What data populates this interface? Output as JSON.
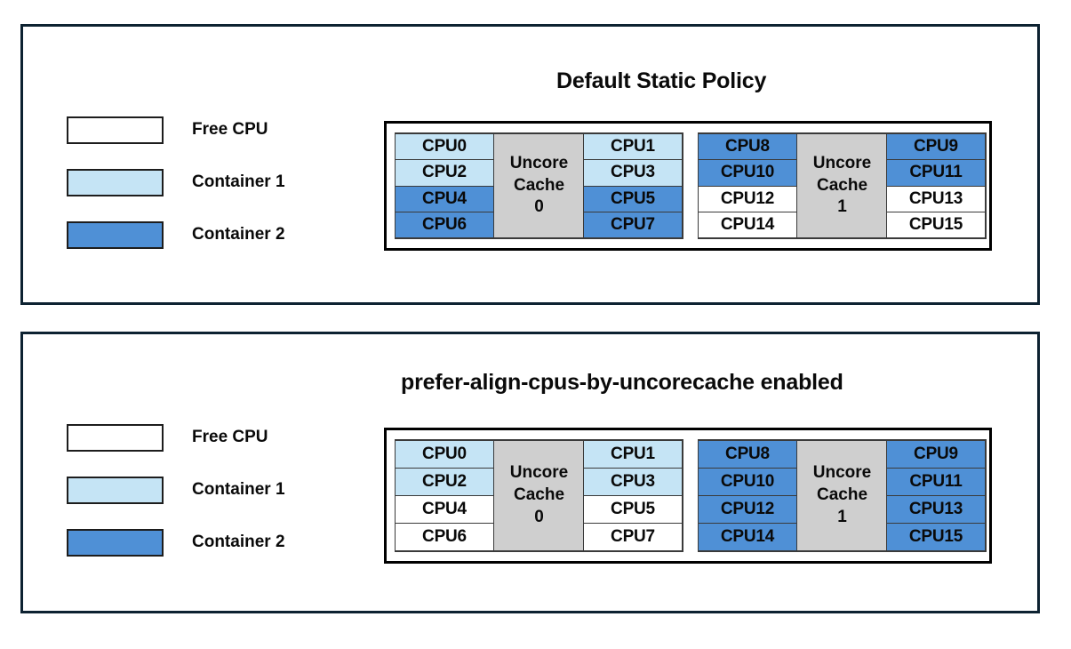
{
  "panels": [
    {
      "id": "default-static-policy",
      "title": "Default Static Policy",
      "legend": [
        {
          "label": "Free CPU",
          "fill": "free",
          "color": "#ffffff"
        },
        {
          "label": "Container 1",
          "fill": "c1",
          "color": "#c5e4f5"
        },
        {
          "label": "Container 2",
          "fill": "c2",
          "color": "#4f90d6"
        }
      ],
      "groups": [
        {
          "cache_label_line1": "Uncore",
          "cache_label_line2": "Cache",
          "cache_label_line3": "0",
          "left_column": [
            {
              "label": "CPU0",
              "fill": "c1"
            },
            {
              "label": "CPU2",
              "fill": "c1"
            },
            {
              "label": "CPU4",
              "fill": "c2"
            },
            {
              "label": "CPU6",
              "fill": "c2"
            }
          ],
          "right_column": [
            {
              "label": "CPU1",
              "fill": "c1"
            },
            {
              "label": "CPU3",
              "fill": "c1"
            },
            {
              "label": "CPU5",
              "fill": "c2"
            },
            {
              "label": "CPU7",
              "fill": "c2"
            }
          ]
        },
        {
          "cache_label_line1": "Uncore",
          "cache_label_line2": "Cache",
          "cache_label_line3": "1",
          "left_column": [
            {
              "label": "CPU8",
              "fill": "c2"
            },
            {
              "label": "CPU10",
              "fill": "c2"
            },
            {
              "label": "CPU12",
              "fill": "free"
            },
            {
              "label": "CPU14",
              "fill": "free"
            }
          ],
          "right_column": [
            {
              "label": "CPU9",
              "fill": "c2"
            },
            {
              "label": "CPU11",
              "fill": "c2"
            },
            {
              "label": "CPU13",
              "fill": "free"
            },
            {
              "label": "CPU15",
              "fill": "free"
            }
          ]
        }
      ]
    },
    {
      "id": "prefer-align-cpus-by-uncorecache-enabled",
      "title": "prefer-align-cpus-by-uncorecache enabled",
      "legend": [
        {
          "label": "Free CPU",
          "fill": "free",
          "color": "#ffffff"
        },
        {
          "label": "Container 1",
          "fill": "c1",
          "color": "#c5e4f5"
        },
        {
          "label": "Container 2",
          "fill": "c2",
          "color": "#4f90d6"
        }
      ],
      "groups": [
        {
          "cache_label_line1": "Uncore",
          "cache_label_line2": "Cache",
          "cache_label_line3": "0",
          "left_column": [
            {
              "label": "CPU0",
              "fill": "c1"
            },
            {
              "label": "CPU2",
              "fill": "c1"
            },
            {
              "label": "CPU4",
              "fill": "free"
            },
            {
              "label": "CPU6",
              "fill": "free"
            }
          ],
          "right_column": [
            {
              "label": "CPU1",
              "fill": "c1"
            },
            {
              "label": "CPU3",
              "fill": "c1"
            },
            {
              "label": "CPU5",
              "fill": "free"
            },
            {
              "label": "CPU7",
              "fill": "free"
            }
          ]
        },
        {
          "cache_label_line1": "Uncore",
          "cache_label_line2": "Cache",
          "cache_label_line3": "1",
          "left_column": [
            {
              "label": "CPU8",
              "fill": "c2"
            },
            {
              "label": "CPU10",
              "fill": "c2"
            },
            {
              "label": "CPU12",
              "fill": "c2"
            },
            {
              "label": "CPU14",
              "fill": "c2"
            }
          ],
          "right_column": [
            {
              "label": "CPU9",
              "fill": "c2"
            },
            {
              "label": "CPU11",
              "fill": "c2"
            },
            {
              "label": "CPU13",
              "fill": "c2"
            },
            {
              "label": "CPU15",
              "fill": "c2"
            }
          ]
        }
      ]
    }
  ],
  "colors": {
    "frame": "#0d2231",
    "cell_border": "#3a3a3a",
    "diagram_border": "#000000",
    "free_cpu": "#ffffff",
    "container_1": "#c5e4f5",
    "container_2": "#4f90d6",
    "uncore_cache": "#cfcfcf",
    "text": "#0a0a0a"
  }
}
